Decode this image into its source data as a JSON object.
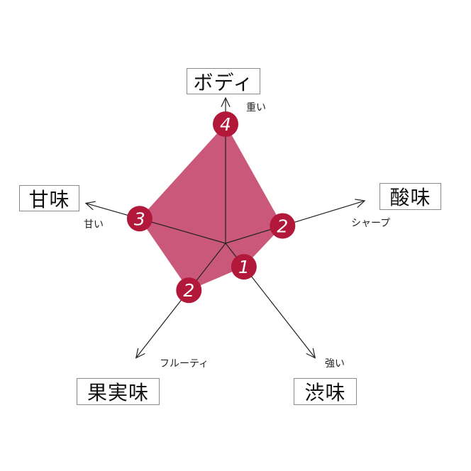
{
  "chart_data": {
    "type": "radar",
    "axes": [
      {
        "name": "ボディ",
        "end_label": "重い",
        "value": 4
      },
      {
        "name": "酸味",
        "end_label": "シャープ",
        "value": 2
      },
      {
        "name": "渋味",
        "end_label": "強い",
        "value": 1
      },
      {
        "name": "果実味",
        "end_label": "フルーティ",
        "value": 2
      },
      {
        "name": "甘味",
        "end_label": "甘い",
        "value": 3
      }
    ],
    "colors": {
      "fill": "#c9587a",
      "marker": "#b2183a",
      "axis": "#222222",
      "box_border": "#8a8a8a"
    }
  }
}
